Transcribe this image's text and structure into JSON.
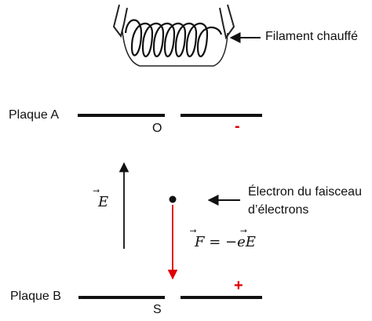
{
  "filament": {
    "label": "Filament chauffé"
  },
  "plates": {
    "a": {
      "label": "Plaque A",
      "hole_label": "O",
      "sign": "-"
    },
    "b": {
      "label": "Plaque B",
      "hole_label": "S",
      "sign": "+"
    }
  },
  "field": {
    "symbol": "E",
    "arrow": "⃗"
  },
  "electron": {
    "label_line1": "Électron du faisceau",
    "label_line2": "d’électrons"
  },
  "force": {
    "lhs": "F",
    "equals": " = −e",
    "rhs": "E"
  },
  "colors": {
    "force_arrow": "#e00000",
    "sign": "#e00000",
    "ink": "#111111"
  }
}
